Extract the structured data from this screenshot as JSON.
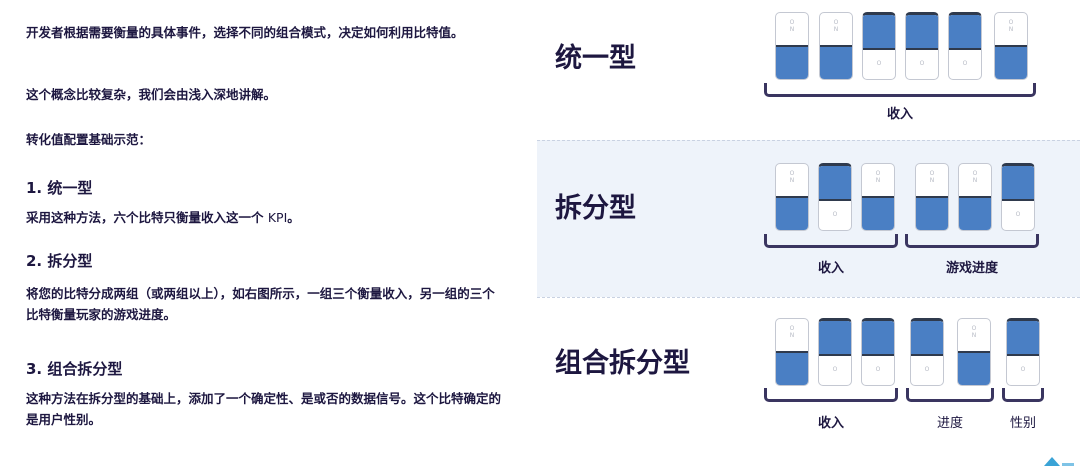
{
  "left": {
    "intro": "开发者根据需要衡量的具体事件，选择不同的组合模式，决定如何利用比特值。",
    "complex": "这个概念比较复杂，我们会由浅入深地讲解。",
    "examples_title": "转化值配置基础示范：",
    "sections": [
      {
        "heading": "1. 统一型",
        "body": "采用这种方法，六个比特只衡量收入这一个 ",
        "body_kpi": "KPI",
        "body_end": "。"
      },
      {
        "heading": "2. 拆分型",
        "body": "将您的比特分成两组（或两组以上），如右图所示，一组三个衡量收入，另一组的三个比特衡量玩家的游戏进度。"
      },
      {
        "heading": "3. 组合拆分型",
        "body": "这种方法在拆分型的基础上，添加了一个确定性、是或否的数据信号。这个比特确定的是用户性别。"
      }
    ]
  },
  "diagram": {
    "bit_mark": "O\nN",
    "off_mark": "O",
    "models": [
      {
        "title": "统一型",
        "bits": [
          true,
          true,
          false,
          false,
          false,
          true
        ],
        "groups": [
          {
            "label": "收入",
            "bold": true
          }
        ]
      },
      {
        "title": "拆分型",
        "bits": [
          true,
          false,
          true,
          true,
          true,
          false
        ],
        "groups": [
          {
            "label": "收入",
            "bold": true
          },
          {
            "label": "游戏进度",
            "bold": true
          }
        ]
      },
      {
        "title": "组合拆分型",
        "bits": [
          true,
          false,
          false,
          false,
          true,
          false
        ],
        "groups": [
          {
            "label": "收入",
            "bold": true
          },
          {
            "label": "进度",
            "bold": false
          },
          {
            "label": "性别",
            "bold": false
          }
        ]
      }
    ],
    "colors": {
      "bit_fill": "#4a7fc4",
      "band": "#eef3fa",
      "text": "#1d1740"
    }
  }
}
